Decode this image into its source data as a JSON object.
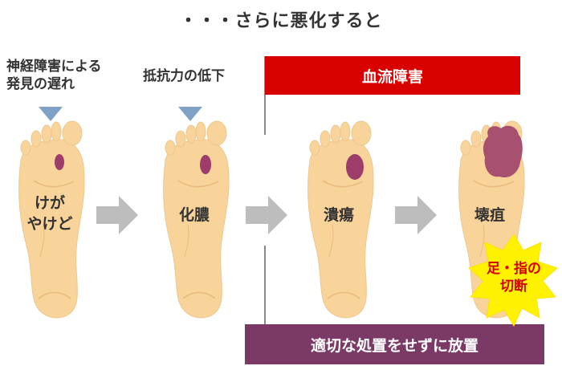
{
  "title": "・・・さらに悪化すると",
  "notes": {
    "first": [
      "神経障害による",
      "発見の遅れ"
    ],
    "second": "抵抗力の低下"
  },
  "banners": {
    "top": "血流障害",
    "bottom": "適切な処置をせずに放置"
  },
  "stages": [
    {
      "label_lines": [
        "けが",
        "やけど"
      ]
    },
    {
      "label_lines": [
        "化膿"
      ]
    },
    {
      "label_lines": [
        "潰瘍"
      ]
    },
    {
      "label_lines": [
        "壊疽"
      ]
    }
  ],
  "burst": {
    "lines": [
      "足・指の",
      "切断"
    ]
  },
  "colors": {
    "skin": "#f8d39a",
    "skin_light": "#fbe3bd",
    "lesion": "#9e3d6a",
    "gangrene": "#a7506f",
    "arrow": "#bdbdbd",
    "pointer": "#7fa1c6",
    "red": "#d90000",
    "purple": "#7b3a66",
    "burst": "#fff200"
  }
}
